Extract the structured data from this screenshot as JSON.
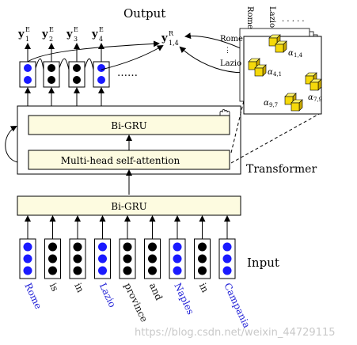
{
  "labels": {
    "output": "Output",
    "transformer": "Transformer",
    "input": "Input",
    "bigru_top": "Bi-GRU",
    "mhsa": "Multi-head self-attention",
    "bigru_bottom": "Bi-GRU",
    "ellipsis": "……",
    "watermark": "https://blog.csdn.net/weixin_44729115"
  },
  "outputs": {
    "y1": "y",
    "y1_sup": "E",
    "y1_sub": "1",
    "y2": "y",
    "y2_sup": "E",
    "y2_sub": "2",
    "y3": "y",
    "y3_sup": "E",
    "y3_sub": "3",
    "y4": "y",
    "y4_sup": "E",
    "y4_sub": "4",
    "yr": "y",
    "yr_sup": "R",
    "yr_sub": "1,4"
  },
  "attention": {
    "col_rome": "Rome",
    "col_lazio": "Lazio",
    "row_rome": "Rome",
    "row_lazio": "Lazio",
    "a14": "α",
    "a14_sub": "1,4",
    "a41": "α",
    "a41_sub": "4,1",
    "a79": "α",
    "a79_sub": "7,9",
    "a97": "α",
    "a97_sub": "9,7",
    "dots": "· · · · ·"
  },
  "input_words": [
    {
      "word": "Rome",
      "color": "#1f1fd6"
    },
    {
      "word": "is",
      "color": "#111111"
    },
    {
      "word": "in",
      "color": "#111111"
    },
    {
      "word": "Lazio",
      "color": "#1f1fd6"
    },
    {
      "word": "province",
      "color": "#111111"
    },
    {
      "word": "and",
      "color": "#111111"
    },
    {
      "word": "Naples",
      "color": "#1f1fd6"
    },
    {
      "word": "in",
      "color": "#111111"
    },
    {
      "word": "Campania",
      "color": "#1f1fd6"
    }
  ],
  "colors": {
    "entity_dot": "#1a1aff",
    "other_dot": "#000000",
    "box_fill": "#fdfbe0",
    "cube": "#f5d90a",
    "cube_dark": "#c9a800"
  }
}
